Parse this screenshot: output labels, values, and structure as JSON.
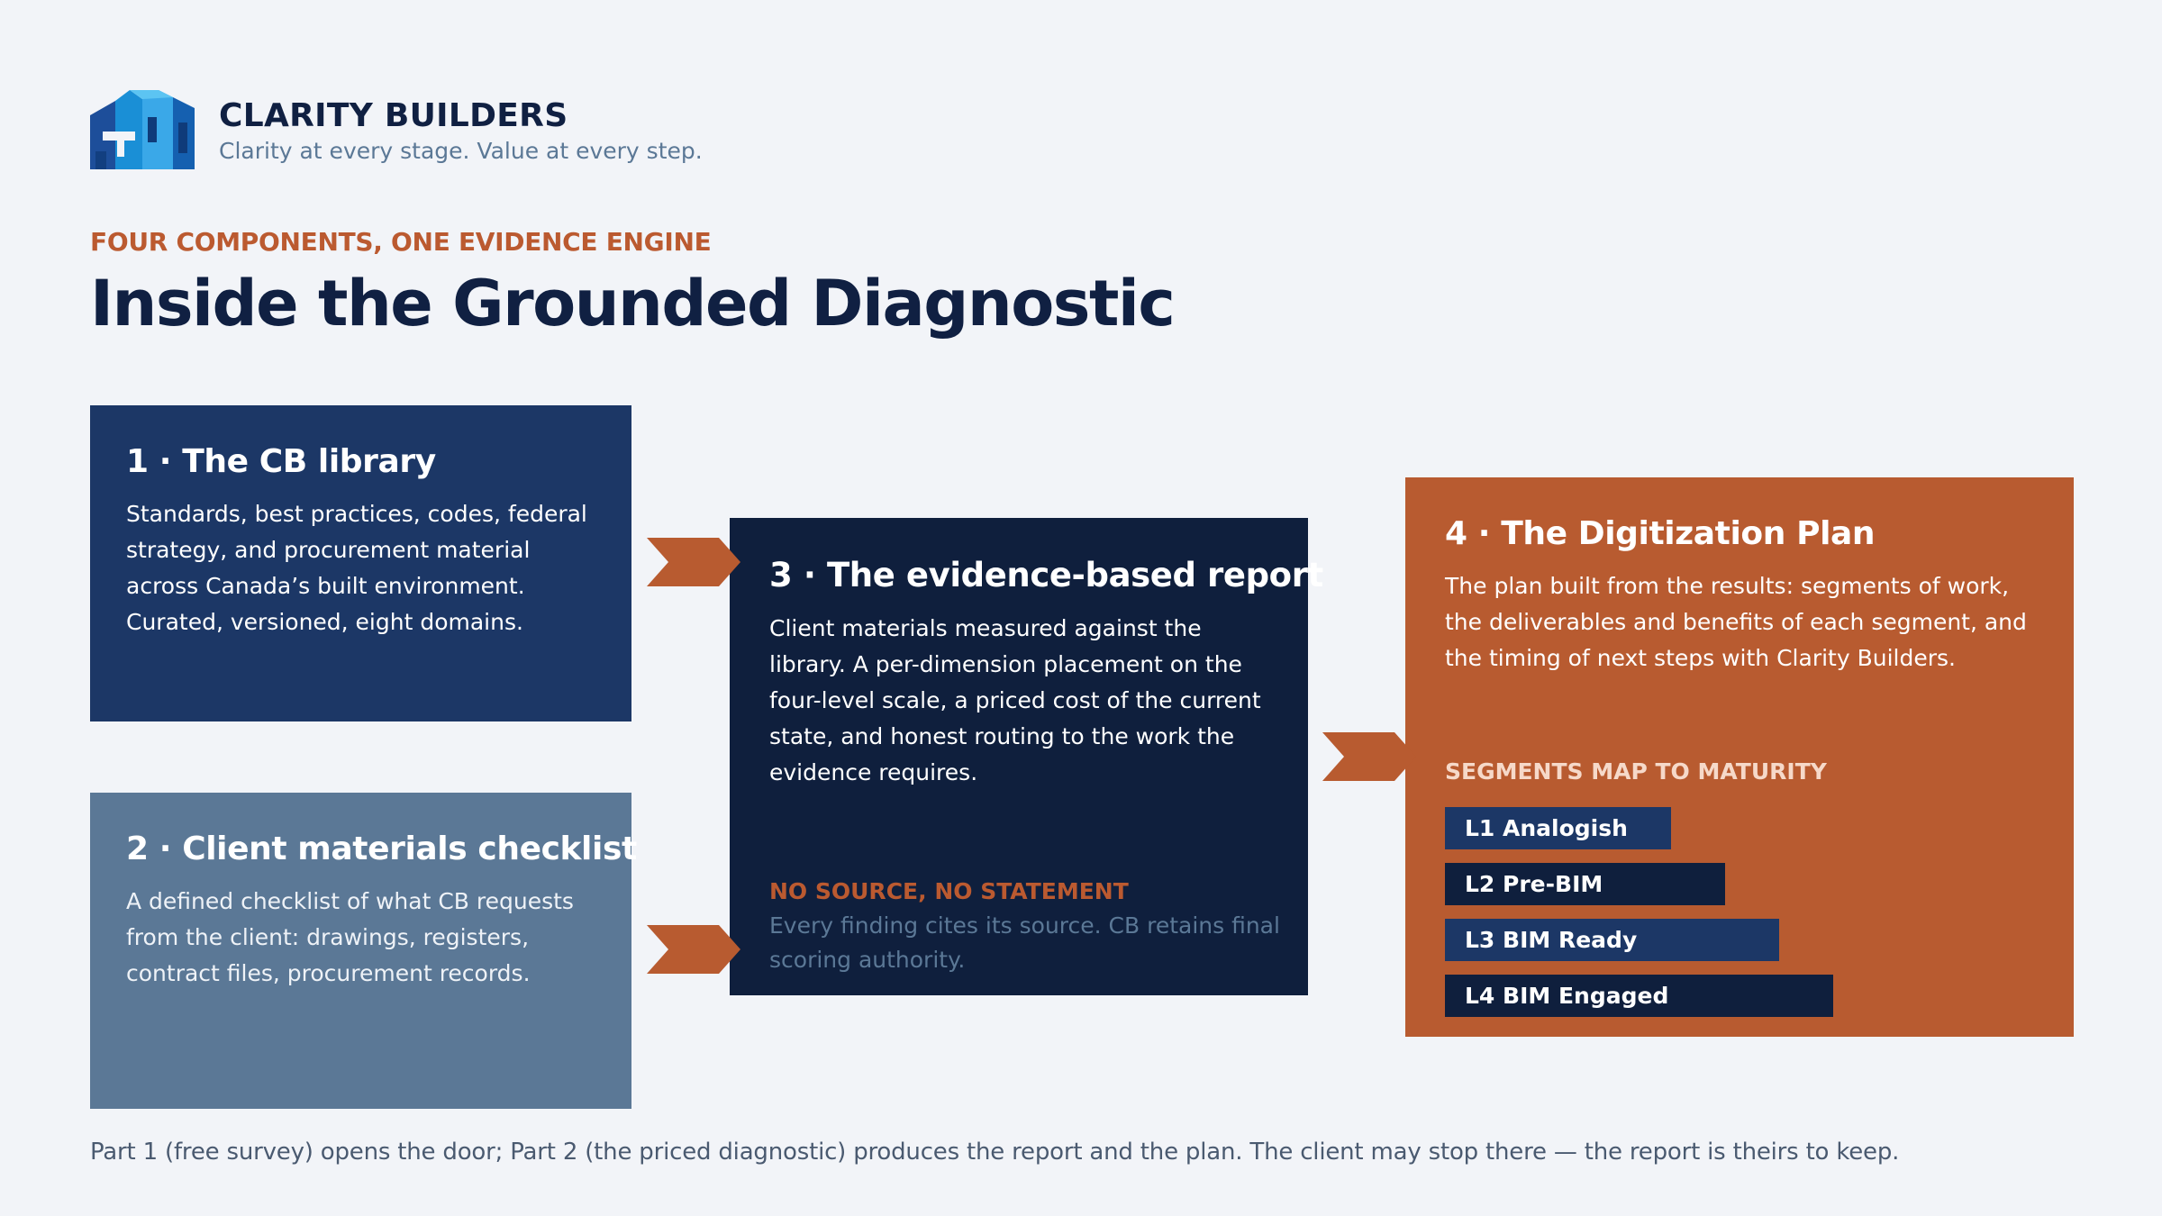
{
  "brand": {
    "name": "CLARITY BUILDERS",
    "tagline": "Clarity at every stage. Value at every step."
  },
  "eyebrow": "FOUR COMPONENTS, ONE EVIDENCE ENGINE",
  "title": "Inside the Grounded Diagnostic",
  "components": [
    {
      "heading": "1 · The CB library",
      "body": "Standards, best practices, codes, federal strategy, and procurement material across Canada’s built environment. Curated, versioned, eight domains."
    },
    {
      "heading": "2 · Client materials checklist",
      "body": "A defined checklist of what CB requests from the client: drawings, registers, contract files, procurement records."
    },
    {
      "heading": "3 · The evidence-based report",
      "body": "Client materials measured against the library. A per-dimension placement on the four-level scale, a priced cost of the current state, and honest routing to the work the evidence requires.",
      "note_title": "NO SOURCE, NO STATEMENT",
      "note_text": "Every finding cites its source. CB retains final scoring authority."
    },
    {
      "heading": "4 · The Digitization Plan",
      "body": "The plan built from the results: segments of work, the deliverables and benefits of each segment, and the timing of next steps with Clarity Builders.",
      "segments_heading": "SEGMENTS MAP TO MATURITY",
      "segments": [
        "L1  Analogish",
        "L2  Pre-BIM",
        "L3  BIM Ready",
        "L4  BIM Engaged"
      ]
    }
  ],
  "footer": "Part 1 (free survey) opens the door; Part 2 (the priced diagnostic) produces the report and the plan. The client may stop there — the report is theirs to keep.",
  "colors": {
    "navy": "#1c3766",
    "dark_navy": "#0f1f3d",
    "slate": "#5b7896",
    "orange": "#b85b30",
    "background": "#f2f4f8"
  },
  "icons": {
    "logo": "building-logo-icon",
    "connector": "chevron-arrow-icon"
  }
}
